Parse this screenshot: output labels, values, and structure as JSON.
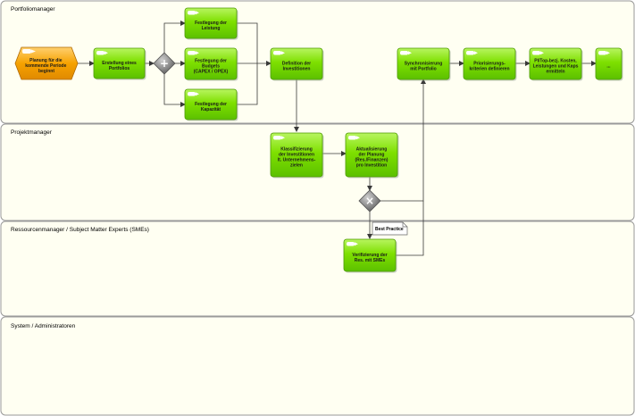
{
  "lanes": [
    {
      "title": "Portfoliomanager"
    },
    {
      "title": "Projektmanager"
    },
    {
      "title": "Ressourcenmanager / Subject Matter Experts (SMEs)"
    },
    {
      "title": "System / Administratoren"
    }
  ],
  "event": {
    "lines": [
      "Planung für die",
      "kommende Periode",
      "beginnt"
    ]
  },
  "functions": [
    {
      "id": "f1",
      "lines": [
        "Erstellung eines",
        "Portfolios"
      ]
    },
    {
      "id": "f2",
      "lines": [
        "Festlegung der",
        "Leistung"
      ]
    },
    {
      "id": "f3",
      "lines": [
        "Festlegung der",
        "Budgets",
        "(CAPEX / OPEX)"
      ]
    },
    {
      "id": "f4",
      "lines": [
        "Festlegung der",
        "Kapazität"
      ]
    },
    {
      "id": "f5",
      "lines": [
        "Definition der",
        "Investitionen"
      ]
    },
    {
      "id": "f6",
      "lines": [
        "Synchronisierung",
        "mit Portfolio"
      ]
    },
    {
      "id": "f7",
      "lines": [
        "Priorisierungs-",
        "kriterien definieren"
      ]
    },
    {
      "id": "f8",
      "lines": [
        "PI/Top-bezj. Kosten,",
        "Leistungen und Kaps",
        "ermitteln"
      ]
    },
    {
      "id": "f9",
      "lines": [
        "..."
      ]
    },
    {
      "id": "f10",
      "lines": [
        "Klassifizierung",
        "der Investitionen",
        "lt. Unternehmens-",
        "zielen"
      ]
    },
    {
      "id": "f11",
      "lines": [
        "Aktualisierung",
        "der Planung",
        "(Res./Finanzen)",
        "pro Investition"
      ]
    },
    {
      "id": "f12",
      "lines": [
        "Verifizierung der",
        "Res. mit SMEs"
      ]
    }
  ],
  "note": {
    "text": "Best Practice"
  },
  "gateways": [
    {
      "id": "g_and",
      "type": "AND",
      "symbol": "+"
    },
    {
      "id": "g_xor",
      "type": "XOR",
      "symbol": "×"
    }
  ],
  "colors": {
    "function_fill": "#7ee000",
    "function_border": "#4d9a00",
    "event_fill": "#f6a200",
    "gateway_fill": "#8a8a8a",
    "lane_fill": "#fffff2"
  }
}
